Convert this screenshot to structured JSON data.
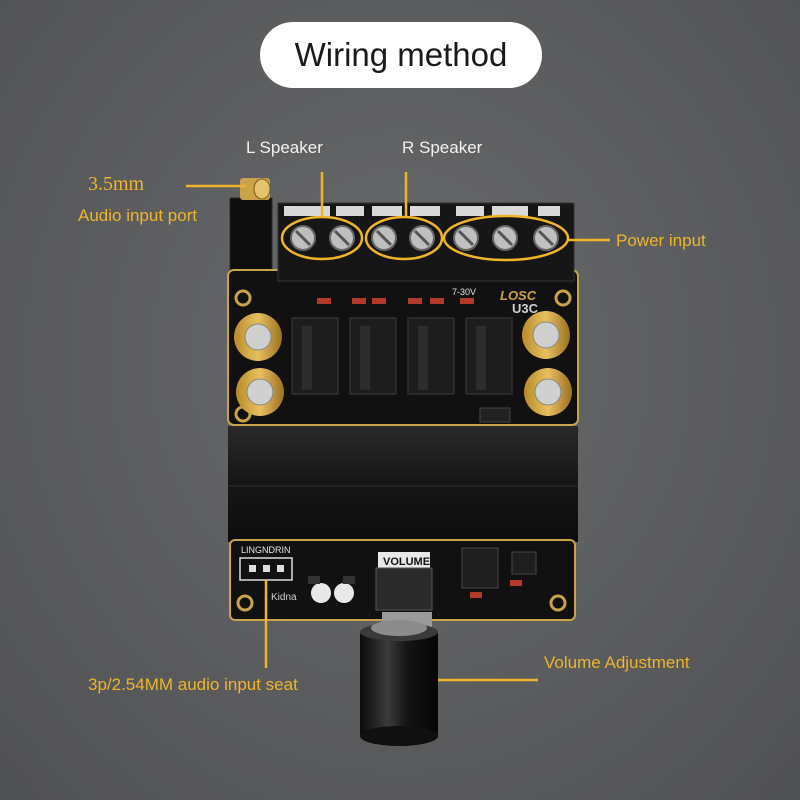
{
  "title": "Wiring method",
  "labels": {
    "l_speaker": "L Speaker",
    "r_speaker": "R Speaker",
    "jack_size": "3.5mm",
    "audio_input_port": "Audio input port",
    "power_input": "Power input",
    "audio_input_seat": "3p/2.54MM audio input seat",
    "volume_adjustment": "Volume Adjustment"
  },
  "board_markings": {
    "voltage": "7-30V",
    "brand": "LOSC",
    "model": "U3C",
    "header_pins": "LINGNDRIN",
    "volume": "VOLUME",
    "silk": "Kidna"
  },
  "colors": {
    "background": "#5b5c5e",
    "callout": "#f0b429",
    "label_white": "#f2f2f2",
    "board": "#111111",
    "board_edge": "#c9a24a"
  }
}
